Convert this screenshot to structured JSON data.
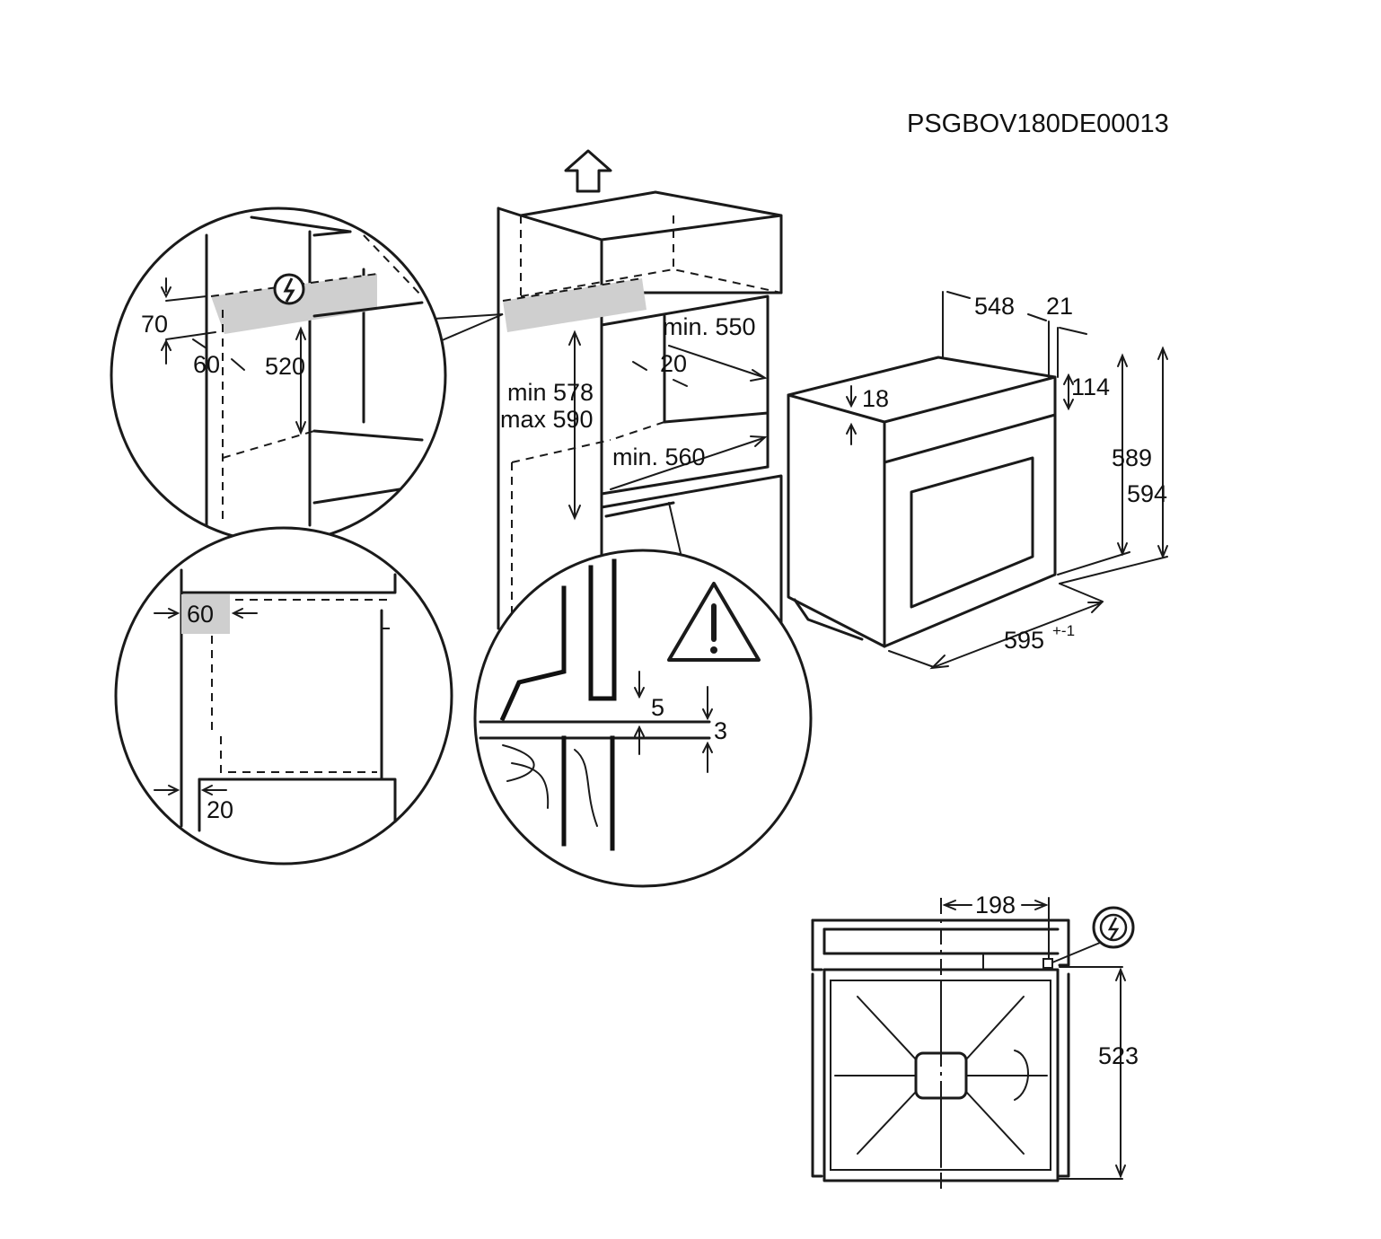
{
  "document_code": "PSGBOV180DE00013",
  "colors": {
    "line": "#1a1a1a",
    "shade": "#cfcfcf",
    "background": "#ffffff"
  },
  "icons": [
    "up-arrow-icon",
    "electrical-connection-icon",
    "warning-triangle-icon"
  ],
  "cabinet": {
    "min_width": "min. 550",
    "min_height": "min 578",
    "max_height": "max 590",
    "min_depth": "min. 560",
    "top_gap": "20"
  },
  "detail_top": {
    "v70": "70",
    "v60": "60",
    "v520": "520"
  },
  "detail_left": {
    "v60": "60",
    "v20": "20"
  },
  "detail_bottom": {
    "v5": "5",
    "v3": "3"
  },
  "oven": {
    "depth": "548",
    "front": "21",
    "top": "18",
    "panel": "114",
    "height_body": "589",
    "height_total": "594",
    "width": "595",
    "width_tol": "+-1"
  },
  "plan": {
    "offset": "198",
    "depth": "523"
  }
}
